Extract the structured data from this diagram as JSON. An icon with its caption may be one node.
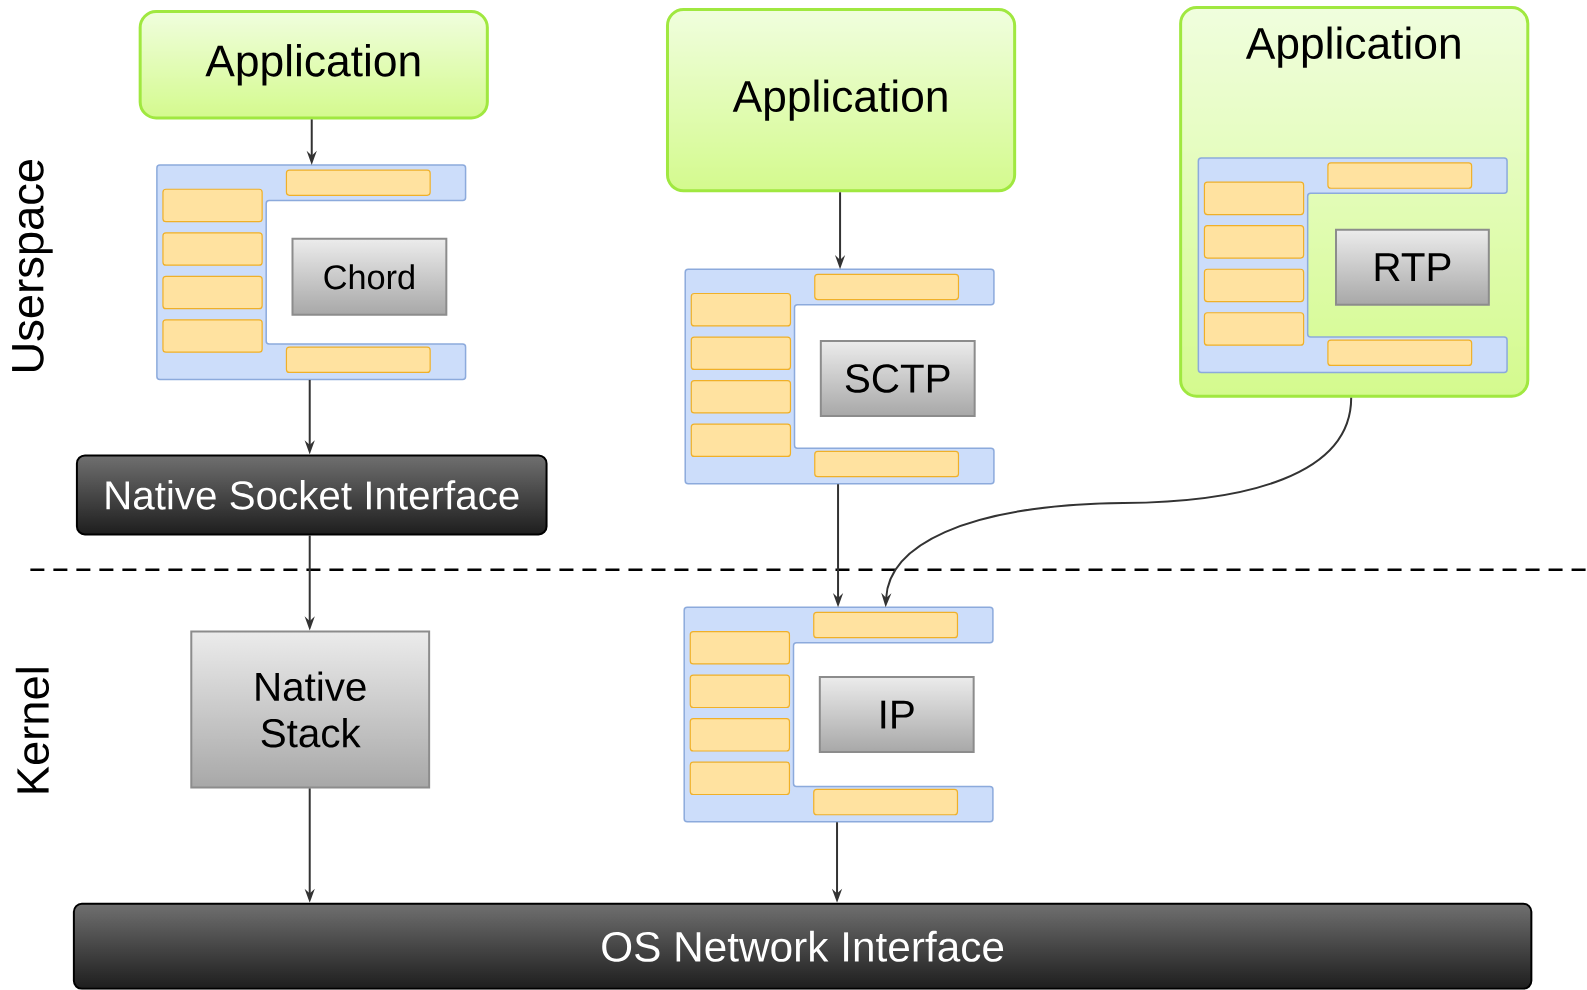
{
  "diagram": {
    "nodes": [
      {
        "text": [
          "Application"
        ]
      },
      {
        "text": [],
        "shape": "box"
      },
      {
        "text": [
          "Chord"
        ],
        "in": 1
      },
      {
        "text": [
          "Application"
        ]
      },
      {
        "text": [],
        "shape": "box"
      },
      {
        "text": [
          "SCTP"
        ],
        "in": 4
      },
      {
        "text": [
          "Application"
        ]
      },
      {
        "text": [],
        "shape": "box",
        "in": 6
      },
      {
        "text": [
          "RTP"
        ],
        "in": 7
      },
      {
        "text": [
          "Native Socket Interface"
        ]
      },
      {
        "text": [
          "Native Stack"
        ]
      },
      {
        "text": [],
        "shape": "box"
      },
      {
        "text": [
          "IP"
        ],
        "in": 11
      },
      {
        "text": [
          "OS Network Interface"
        ]
      }
    ],
    "edges": [
      {
        "from": 0,
        "to": 1,
        "arrow": "to"
      },
      {
        "from": 1,
        "to": 9,
        "arrow": "to"
      },
      {
        "from": 9,
        "to": 10,
        "arrow": "to"
      },
      {
        "from": 10,
        "to": 13,
        "arrow": "to"
      },
      {
        "from": 3,
        "to": 4,
        "arrow": "to"
      },
      {
        "from": 4,
        "to": 11,
        "arrow": "to"
      },
      {
        "from": 6,
        "to": 11,
        "arrow": "to"
      },
      {
        "from": 11,
        "to": 13,
        "arrow": "to"
      }
    ],
    "labels": [
      "Userspace",
      "Kernel"
    ]
  }
}
